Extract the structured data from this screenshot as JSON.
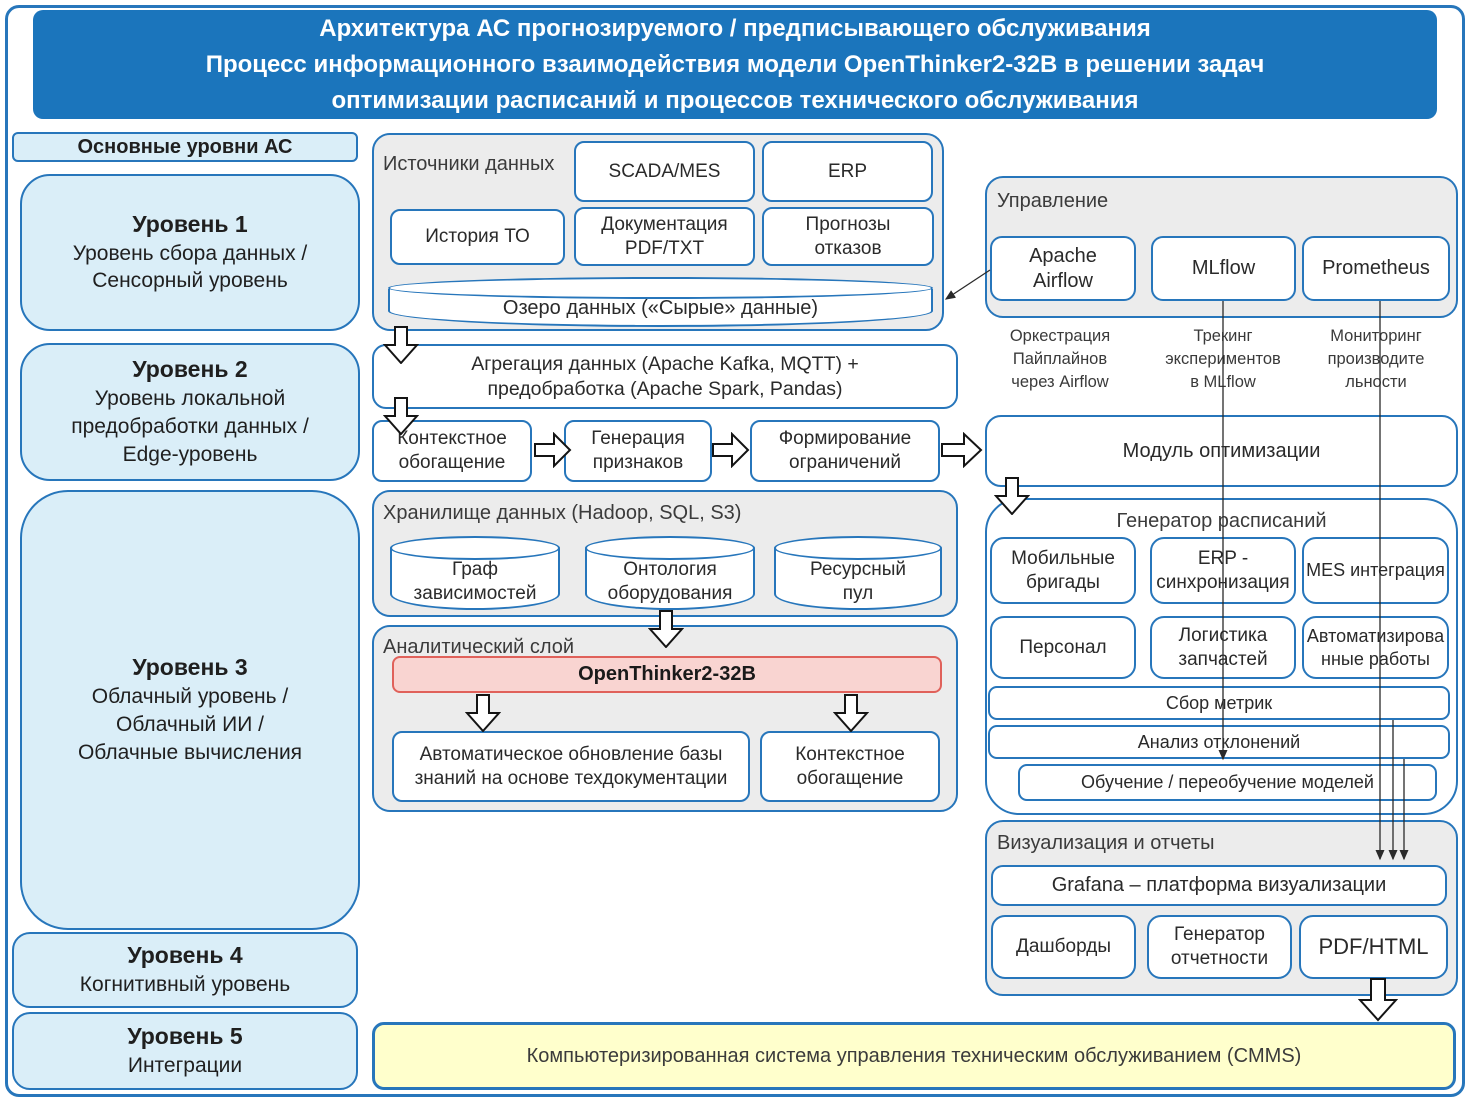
{
  "title": "Архитектура АС прогнозируемого / предписывающего обслуживания\nПроцесс информационного взаимодействия модели OpenThinker2-32B в решении задач\nоптимизации расписаний и процессов технического обслуживания",
  "levels_header": "Основные уровни АС",
  "levels": [
    {
      "name": "Уровень 1",
      "desc": "Уровень сбора данных /\nСенсорный уровень"
    },
    {
      "name": "Уровень 2",
      "desc": "Уровень локальной\nпредобработки данных /\nEdge-уровень"
    },
    {
      "name": "Уровень 3",
      "desc": "Облачный уровень /\nОблачный ИИ /\nОблачные вычисления"
    },
    {
      "name": "Уровень 4",
      "desc": "Когнитивный уровень"
    },
    {
      "name": "Уровень 5",
      "desc": "Интеграции"
    }
  ],
  "sources": {
    "label": "Источники данных",
    "scada": "SCADA/MES",
    "erp": "ERP",
    "history": "История ТО",
    "docs": "Документация\nPDF/TXT",
    "failures": "Прогнозы\nотказов",
    "lake": "Озеро данных («Сырые» данные)"
  },
  "aggregation": "Агрегация данных (Apache Kafka, MQTT) +\nпредобработка (Apache Spark, Pandas)",
  "pipeline": [
    "Контекстное\nобогащение",
    "Генерация\nпризнаков",
    "Формирование\nограничений"
  ],
  "storage": {
    "label": "Хранилище данных (Hadoop, SQL, S3)",
    "cylinders": [
      "Граф\nзависимостей",
      "Онтология\nоборудования",
      "Ресурсный\nпул"
    ]
  },
  "analytics": {
    "label": "Аналитический слой",
    "model": "OpenThinker2-32B",
    "kb_update": "Автоматическое обновление базы\nзнаний на основе техдокументации",
    "context": "Контекстное\nобогащение"
  },
  "management": {
    "label": "Управление",
    "tools": [
      "Apache\nAirflow",
      "MLflow",
      "Prometheus"
    ],
    "captions": [
      "Оркестрация\nПайплайнов\nчерез Airflow",
      "Трекинг\nэкспериментов\nв MLflow",
      "Мониторинг\nпроизводите\nльности"
    ]
  },
  "optimization": "Модуль оптимизации",
  "scheduler": {
    "label": "Генератор расписаний",
    "cells": [
      "Мобильные\nбригады",
      "ERP -\nсинхронизация",
      "MES интеграция",
      "Персонал",
      "Логистика\nзапчастей",
      "Автоматизирова\nнные работы"
    ],
    "bars": [
      "Сбор метрик",
      "Анализ отклонений",
      "Обучение / переобучение моделей"
    ]
  },
  "visualization": {
    "label": "Визуализация и отчеты",
    "grafana": "Grafana – платформа визуализации",
    "cells": [
      "Дашборды",
      "Генератор\nотчетности",
      "PDF/HTML"
    ]
  },
  "cmms": "Компьютеризированная система управления техническим обслуживанием (CMMS)",
  "colors": {
    "title_bg": "#1b75bc",
    "border_blue": "#2776bb",
    "level_fill": "#daeef8",
    "panel_fill": "#ececec",
    "model_fill": "#f9d4d1",
    "model_border": "#e0615a",
    "cmms_fill": "#ffffcc",
    "arrow_outline": "#141414"
  }
}
